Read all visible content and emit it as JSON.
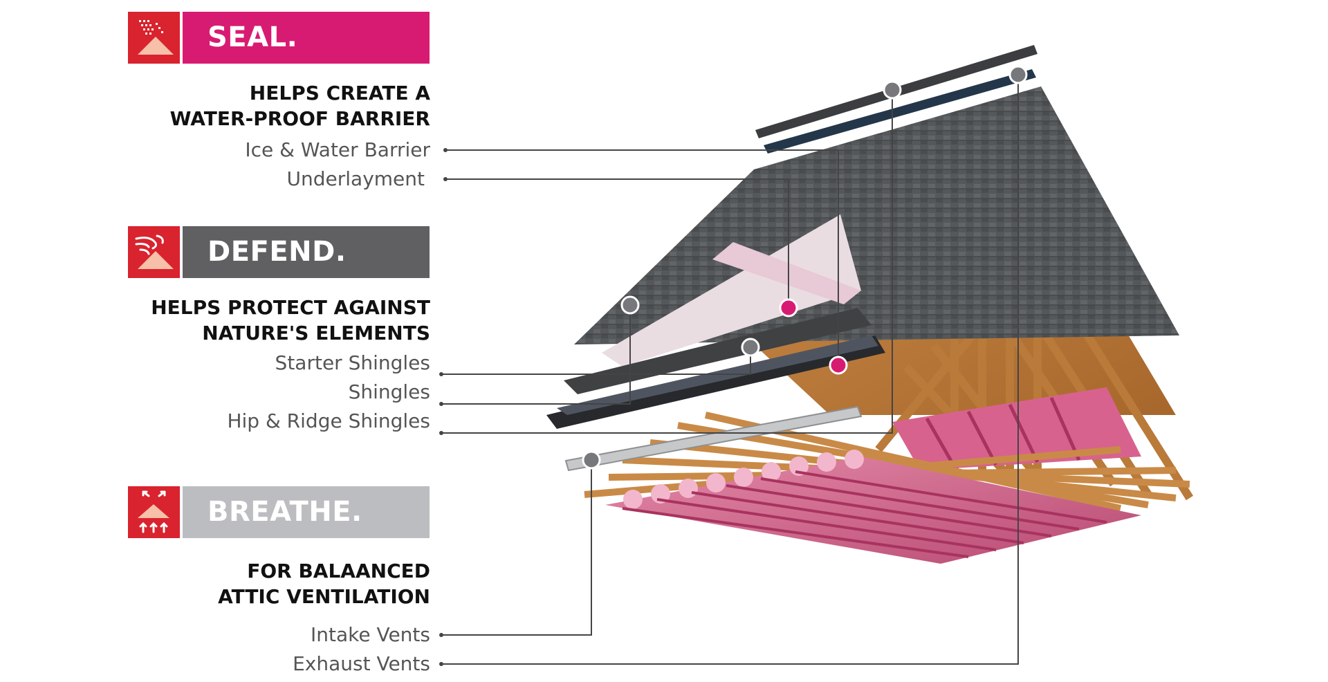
{
  "sections": [
    {
      "title": "SEAL.",
      "icon": "rain-on-roof-icon",
      "color": "#d81b72",
      "heading_line1": "HELPS CREATE A",
      "heading_line2": "WATER-PROOF BARRIER",
      "items": [
        "Ice & Water Barrier",
        "Underlayment"
      ]
    },
    {
      "title": "DEFEND.",
      "icon": "wind-on-roof-icon",
      "color": "#606062",
      "heading_line1": "HELPS PROTECT AGAINST",
      "heading_line2": "NATURE'S ELEMENTS",
      "items": [
        "Starter Shingles",
        "Shingles",
        "Hip & Ridge Shingles"
      ]
    },
    {
      "title": "BREATHE.",
      "icon": "airflow-roof-icon",
      "color": "#bcbdc0",
      "heading_line1": "FOR BALAANCED",
      "heading_line2": "ATTIC VENTILATION",
      "items": [
        "Intake Vents",
        "Exhaust Vents"
      ]
    }
  ],
  "colors": {
    "icon_red": "#d9232e",
    "marker_pink": "#d81b72",
    "marker_gray": "#77787b"
  }
}
